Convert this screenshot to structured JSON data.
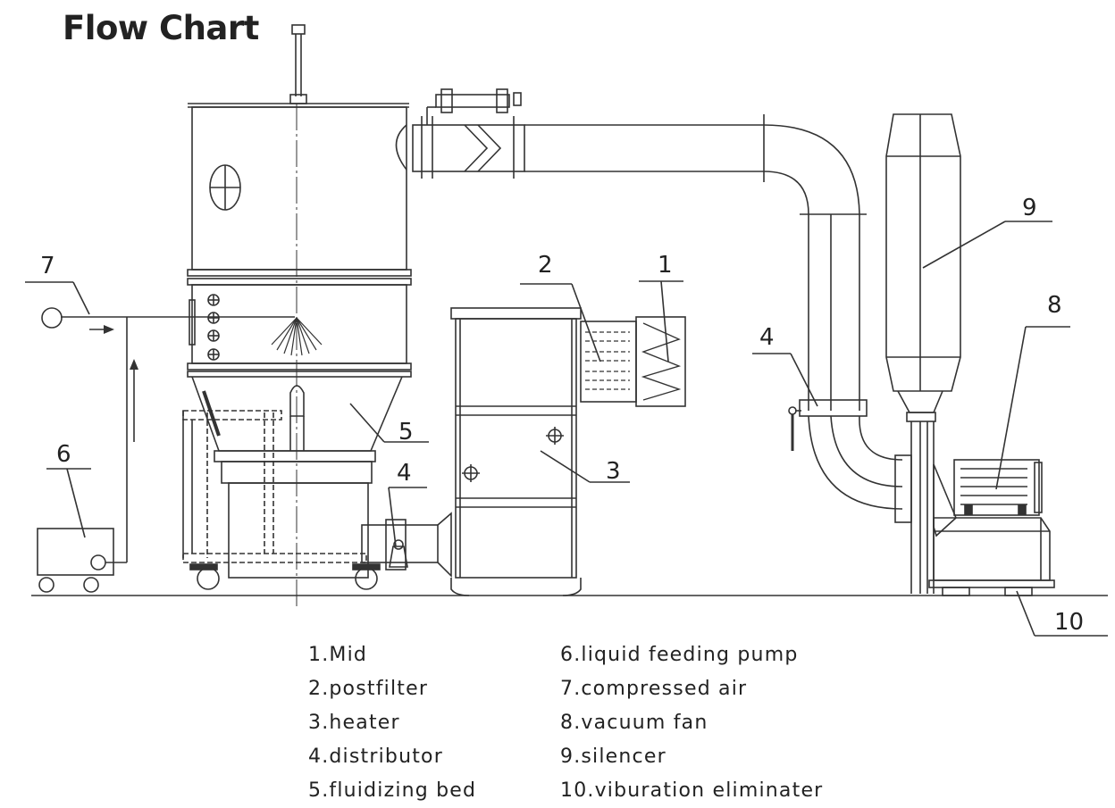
{
  "title": "Flow Chart",
  "callouts": {
    "c1": "1",
    "c2": "2",
    "c3": "3",
    "c4a": "4",
    "c4b": "4",
    "c5": "5",
    "c6": "6",
    "c7": "7",
    "c8": "8",
    "c9": "9",
    "c10": "10"
  },
  "legend": {
    "left": [
      "1.Mid",
      "2.postfilter",
      "3.heater",
      "4.distributor",
      "5.fluidizing bed"
    ],
    "right": [
      "6.liquid feeding pump",
      "7.compressed air",
      "8.vacuum fan",
      "9.silencer",
      "10.viburation eliminater"
    ]
  }
}
